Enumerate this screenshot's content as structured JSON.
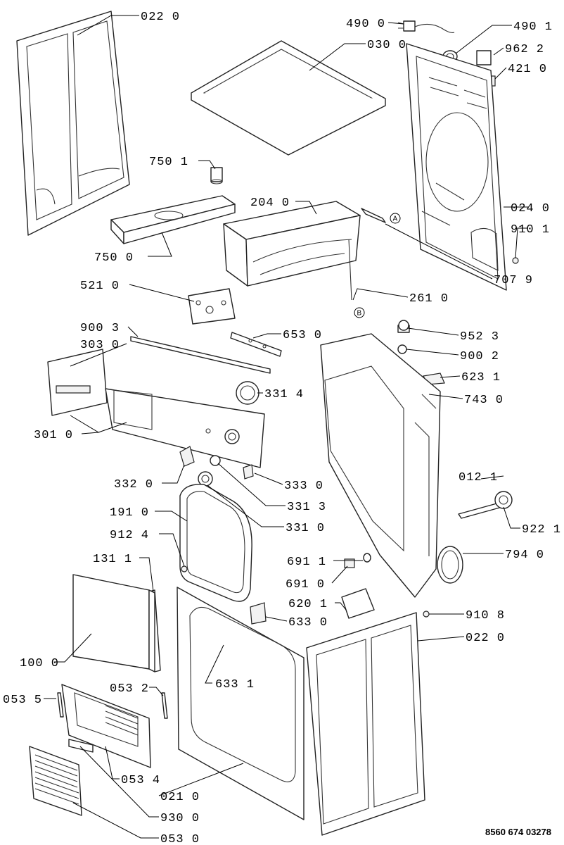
{
  "document_id": "8560 674 03278",
  "markers": {
    "a": "A",
    "b": "B"
  },
  "labels": {
    "p0220_top": "022 0",
    "p4900": "490 0",
    "p4901": "490 1",
    "p0300": "030 0",
    "p9622": "962 2",
    "p4210": "421 0",
    "p7501": "750 1",
    "p2040": "204 0",
    "p0240": "024 0",
    "p9101": "910 1",
    "p7500": "750 0",
    "p7079": "707 9",
    "p5210": "521 0",
    "p2610": "261 0",
    "p9003": "900 3",
    "p6530": "653 0",
    "p9523": "952 3",
    "p3030": "303 0",
    "p9002": "900 2",
    "p6231": "623 1",
    "p3314": "331 4",
    "p7430": "743 0",
    "p3010": "301 0",
    "p0121": "012 1",
    "p3320": "332 0",
    "p3330": "333 0",
    "p3313": "331 3",
    "p1910": "191 0",
    "p3310": "331 0",
    "p9221": "922 1",
    "p9124": "912 4",
    "p1311": "131 1",
    "p6911": "691 1",
    "p7940": "794 0",
    "p6910": "691 0",
    "p6201": "620 1",
    "p6330": "633 0",
    "p9108": "910 8",
    "p0220_bottom": "022 0",
    "p1000": "100 0",
    "p6331": "633 1",
    "p0535": "053 5",
    "p0532": "053 2",
    "p0534": "053 4",
    "p0210": "021 0",
    "p9300": "930 0",
    "p0530": "053 0"
  }
}
